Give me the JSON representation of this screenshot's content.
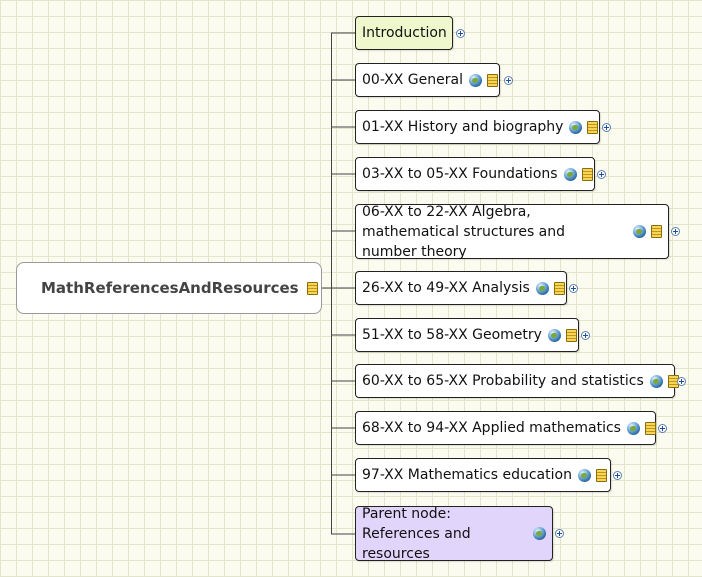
{
  "root": {
    "label": "MathReferencesAndResources",
    "icons": [
      "note-icon"
    ]
  },
  "topics": [
    {
      "id": "introduction",
      "label": "Introduction",
      "icons": []
    },
    {
      "id": "00-xx",
      "label": "00-XX General",
      "icons": [
        "globe-icon",
        "note-icon"
      ]
    },
    {
      "id": "01-xx",
      "label": "01-XX History and biography",
      "icons": [
        "globe-icon",
        "note-icon"
      ]
    },
    {
      "id": "03-05",
      "label": "03-XX to 05-XX Foundations",
      "icons": [
        "globe-icon",
        "note-icon"
      ]
    },
    {
      "id": "06-22",
      "label": "06-XX to 22-XX Algebra, mathematical structures and number theory",
      "icons": [
        "globe-icon",
        "note-icon"
      ]
    },
    {
      "id": "26-49",
      "label": "26-XX to 49-XX Analysis",
      "icons": [
        "globe-icon",
        "note-icon"
      ]
    },
    {
      "id": "51-58",
      "label": "51-XX to 58-XX Geometry",
      "icons": [
        "globe-icon",
        "note-icon"
      ]
    },
    {
      "id": "60-65",
      "label": "60-XX to 65-XX Probability and statistics",
      "icons": [
        "globe-icon",
        "note-icon"
      ]
    },
    {
      "id": "68-94",
      "label": "68-XX to 94-XX Applied mathematics",
      "icons": [
        "globe-icon",
        "note-icon"
      ]
    },
    {
      "id": "97-xx",
      "label": "97-XX Mathematics education",
      "icons": [
        "globe-icon",
        "note-icon"
      ]
    },
    {
      "id": "parent",
      "label": "Parent node: References and resources",
      "icons": [
        "globe-icon"
      ]
    }
  ],
  "colors": {
    "background": "#fbfbef",
    "grid": "#e2e4cc",
    "introduction_fill": "#eef8cc",
    "parent_fill": "#e2d5fb",
    "node_border": "#222222",
    "connector": "#444444"
  }
}
